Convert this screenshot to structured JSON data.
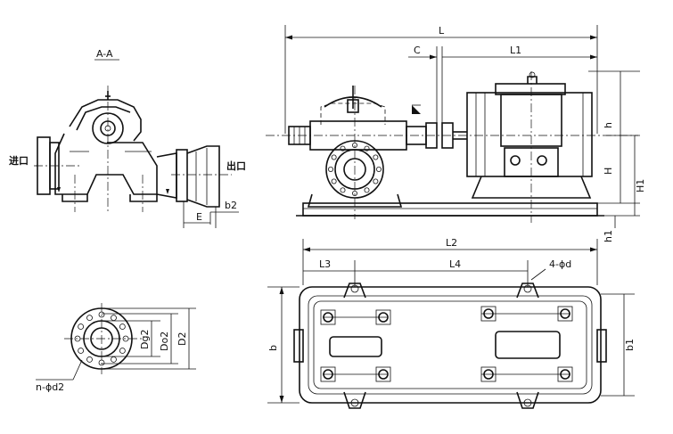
{
  "section_title": "A-A",
  "inlet_label": "进口",
  "outlet_label": "出口",
  "dims": {
    "E": "E",
    "b2": "b2",
    "L": "L",
    "C": "C",
    "L1": "L1",
    "h": "h",
    "H": "H",
    "H1": "H1",
    "h1": "h1",
    "L2": "L2",
    "L3": "L3",
    "L4": "L4",
    "holes": "4-ϕd",
    "b": "b",
    "b1": "b1",
    "Dg2": "Dg2",
    "Do2": "Do2",
    "D2": "D2",
    "flange_holes": "n-ϕd2"
  }
}
